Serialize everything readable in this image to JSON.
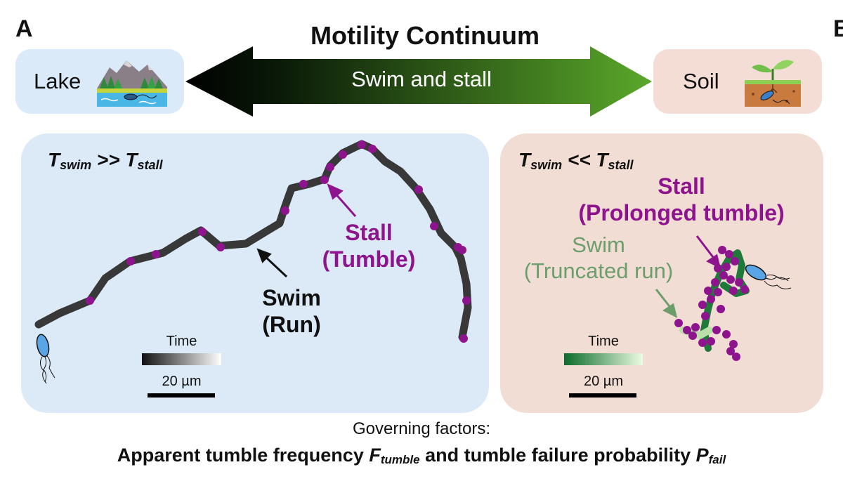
{
  "panel_labels": [
    "A",
    "B"
  ],
  "header": {
    "title": "Motility Continuum",
    "arrow_label": "Swim and stall",
    "left_environment": "Lake",
    "right_environment": "Soil"
  },
  "left_panel": {
    "regime": {
      "t1": "T",
      "s1": "swim",
      "op": " >> ",
      "t2": "T",
      "s2": "stall"
    },
    "stall_label": {
      "line1": "Stall",
      "line2": "(Tumble)"
    },
    "swim_label": {
      "line1": "Swim",
      "line2": "(Run)"
    },
    "time_bar_label": "Time",
    "scale_bar_label": "20 µm"
  },
  "right_panel": {
    "regime": {
      "t1": "T",
      "s1": "swim",
      "op": " << ",
      "t2": "T",
      "s2": "stall"
    },
    "stall_label": {
      "line1": "Stall",
      "line2": "(Prolonged tumble)"
    },
    "swim_label": {
      "line1": "Swim",
      "line2": "(Truncated run)"
    },
    "time_bar_label": "Time",
    "scale_bar_label": "20 µm"
  },
  "footer": {
    "heading": "Governing factors:",
    "p1": "Apparent tumble frequency ",
    "f_sym": "F",
    "f_sub": "tumble",
    "p2": " and tumble failure probability ",
    "p_sym": "P",
    "p_sub": "fail"
  },
  "colors": {
    "lake_bg": "#dceaf8",
    "soil_bg": "#f2ddd4",
    "stall_purple": "#8e148e",
    "swim_green": "#5aa82a",
    "track_dark": "#2a2a2a"
  }
}
